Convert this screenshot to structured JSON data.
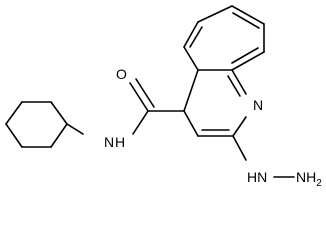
{
  "molecule": {
    "atoms": {
      "oxygen": "O",
      "amide_nitrogen": "N",
      "amide_hydrogen": "H",
      "ring_nitrogen": "N",
      "hydrazine_hn": "HN",
      "nh2_n": "NH",
      "nh2_sub": "2"
    },
    "colors": {
      "bond": "#000000",
      "label": "#000000",
      "background": "#ffffff"
    }
  }
}
